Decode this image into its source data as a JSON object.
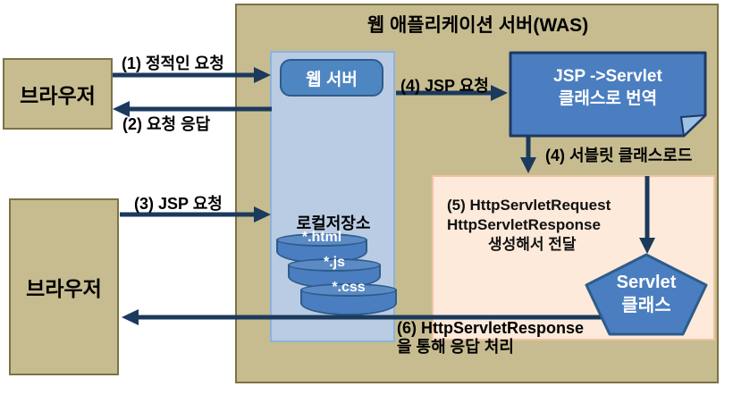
{
  "was": {
    "title": "웹 애플리케이션 서버(WAS)"
  },
  "browser1": {
    "label": "브라우저"
  },
  "browser2": {
    "label": "브라우저"
  },
  "web_server": {
    "label": "웹 서버"
  },
  "local_storage": {
    "label": "로컬저장소",
    "files": [
      "*.html",
      "*.js",
      "*.css"
    ]
  },
  "jsp_note": {
    "line1": "JSP ->Servlet",
    "line2": "클래스로 번역"
  },
  "servlet_pentagon": {
    "line1": "Servlet",
    "line2": "클래스"
  },
  "process_box": {
    "line1": "(5) HttpServletRequest",
    "line2": "HttpServletResponse",
    "line3": "생성해서 전달"
  },
  "arrow_labels": {
    "a1": "(1) 정적인 요청",
    "a2": "(2) 요청 응답",
    "a3": "(3) JSP 요청",
    "a4": "(4) JSP 요청",
    "a4b": "(4) 서블릿 클래스로드",
    "a6_line1": "(6) HttpServletResponse",
    "a6_line2": "을 통해 응답 처리"
  },
  "colors": {
    "was_fill": "#c6bc90",
    "was_border": "#7c7245",
    "panel_blue_fill": "#b9cce4",
    "panel_blue_border": "#8db3dc",
    "accent_blue": "#4a7ec0",
    "accent_blue_dark": "#1f3864",
    "orange_fill": "#fdeada",
    "orange_border": "#f0c3a2",
    "arrow": "#1b3a5c"
  }
}
